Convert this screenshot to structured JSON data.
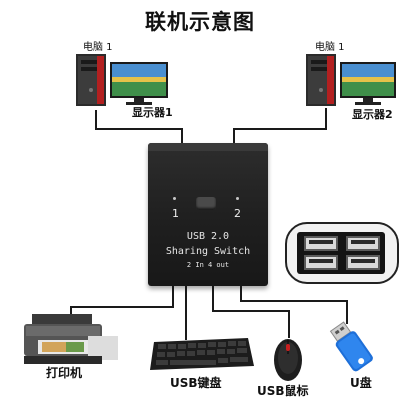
{
  "title": "联机示意图",
  "pc_left": {
    "label": "电脑 1",
    "monitor_label": "显示器1"
  },
  "pc_right": {
    "label": "电脑 1",
    "monitor_label": "显示器2"
  },
  "switch": {
    "line1": "USB 2.0",
    "line2": "Sharing Switch",
    "line3": "2 In 4 out",
    "port1": "1",
    "port2": "2"
  },
  "devices": {
    "printer": "打印机",
    "keyboard": "USB键盘",
    "mouse": "USB鼠标",
    "flash_drive": "U盘"
  },
  "colors": {
    "switch_body": "#222222",
    "wire": "#1a1a1a",
    "mouse_accent": "#c81e1e",
    "drive_body": "#1e6fd8"
  }
}
